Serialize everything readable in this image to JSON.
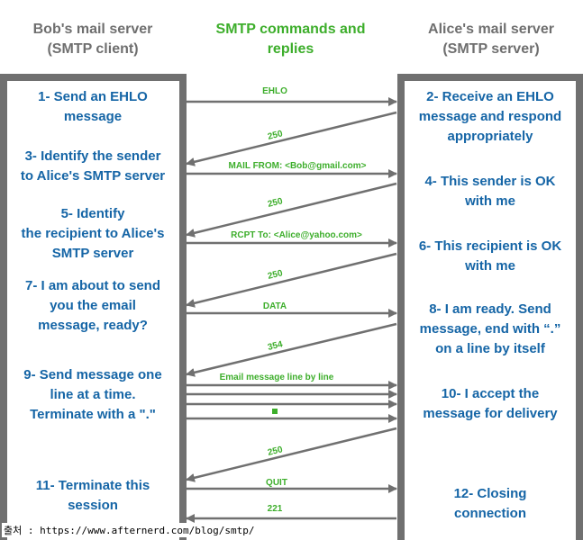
{
  "headers": {
    "client": [
      "Bob's mail server",
      "(SMTP client)"
    ],
    "middle": [
      "SMTP commands and",
      "replies"
    ],
    "server": [
      "Alice's mail server",
      "(SMTP server)"
    ]
  },
  "client_steps": [
    [
      "1- Send an EHLO",
      "message"
    ],
    [
      "3- Identify the sender",
      "to Alice's SMTP server"
    ],
    [
      "5- Identify",
      "the recipient to Alice's",
      "SMTP server"
    ],
    [
      "7- I am about to send",
      "you the email",
      "message, ready?"
    ],
    [
      "9- Send message one",
      "line at a time.",
      "Terminate with a \".\""
    ],
    [
      "11- Terminate this",
      "session"
    ]
  ],
  "server_steps": [
    [
      "2- Receive an EHLO",
      "message and respond",
      "appropriately"
    ],
    [
      "4- This sender is OK",
      "with me"
    ],
    [
      "6- This recipient is OK",
      "with me"
    ],
    [
      "8-  I am ready. Send",
      "message, end with “.”",
      "on a line by itself"
    ],
    [
      "10-  I accept the",
      "message for delivery"
    ],
    [
      "12-  Closing",
      "connection"
    ]
  ],
  "messages": {
    "ehlo": "EHLO",
    "reply_ehlo": "250",
    "mail_from": "MAIL FROM: <Bob@gmail.com>",
    "reply_mail_from": "250",
    "rcpt_to": "RCPT To: <Alice@yahoo.com>",
    "reply_rcpt_to": "250",
    "data": "DATA",
    "reply_data": "354",
    "message_lines": "Email message line by line",
    "terminator": ".",
    "reply_accept": "250",
    "quit": "QUIT",
    "reply_quit": "221"
  },
  "source": "출처 : https://www.afternerd.com/blog/smtp/",
  "colors": {
    "server_box": "#707070",
    "arrow": "#707070",
    "header_gray": "#6f6f6f",
    "header_green": "#3dae2b",
    "step_blue": "#1565a6",
    "arrow_label_green": "#3dae2b"
  }
}
